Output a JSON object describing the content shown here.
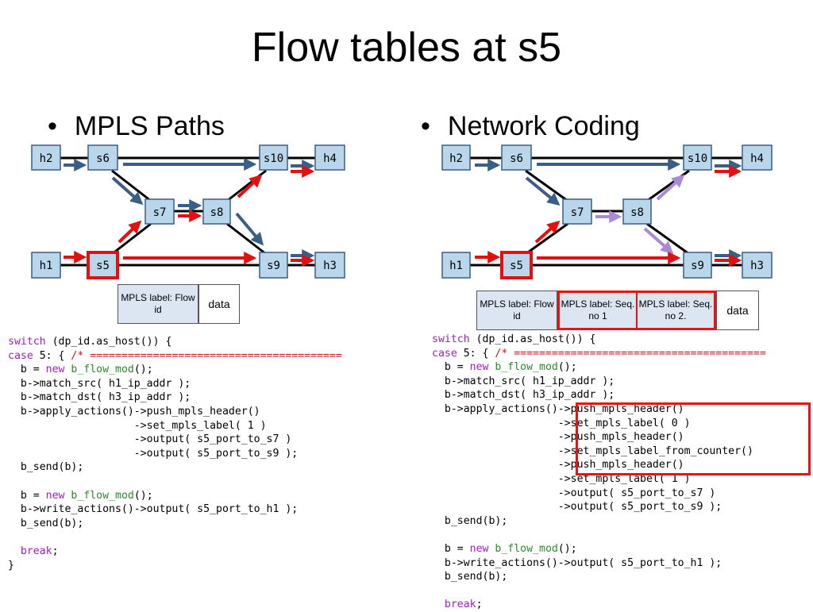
{
  "title": "Flow tables at s5",
  "left": {
    "bullet": "MPLS Paths",
    "nodes": {
      "h2": "h2",
      "s6": "s6",
      "s10": "s10",
      "h4": "h4",
      "s7": "s7",
      "s8": "s8",
      "h1": "h1",
      "s5": "s5",
      "s9": "s9",
      "h3": "h3"
    },
    "packet": [
      "MPLS label: Flow id",
      "data"
    ],
    "code": [
      "switch (dp_id.as_host()) {",
      "case 5: { /* ========================================",
      "  b = new b_flow_mod();",
      "  b->match_src( h1_ip_addr );",
      "  b->match_dst( h3_ip_addr );",
      "  b->apply_actions()->push_mpls_header()",
      "                    ->set_mpls_label( 1 )",
      "                    ->output( s5_port_to_s7 )",
      "                    ->output( s5_port_to_s9 );",
      "  b_send(b);",
      "",
      "  b = new b_flow_mod();",
      "  b->write_actions()->output( s5_port_to_h1 );",
      "  b_send(b);",
      "",
      "  break;",
      "}"
    ]
  },
  "right": {
    "bullet": "Network Coding",
    "nodes": {
      "h2": "h2",
      "s6": "s6",
      "s10": "s10",
      "h4": "h4",
      "s7": "s7",
      "s8": "s8",
      "h1": "h1",
      "s5": "s5",
      "s9": "s9",
      "h3": "h3"
    },
    "packet": [
      "MPLS label: Flow id",
      "MPLS label: Seq. no 1",
      "MPLS label: Seq. no 2.",
      "data"
    ],
    "code": [
      "switch (dp_id.as_host()) {",
      "case 5: { /* ========================================",
      "  b = new b_flow_mod();",
      "  b->match_src( h1_ip_addr );",
      "  b->match_dst( h3_ip_addr );",
      "  b->apply_actions()->push_mpls_header()",
      "                    ->set_mpls_label( 0 )",
      "                    ->push_mpls_header()",
      "                    ->set_mpls_label_from_counter()",
      "                    ->push_mpls_header()",
      "                    ->set_mpls_label( 1 )",
      "                    ->output( s5_port_to_s7 )",
      "                    ->output( s5_port_to_s9 );",
      "  b_send(b);",
      "",
      "  b = new b_flow_mod();",
      "  b->write_actions()->output( s5_port_to_h1 );",
      "  b_send(b);",
      "",
      "  break;"
    ]
  },
  "colors": {
    "blue_arrow": "#3a5f87",
    "red_arrow": "#e31010",
    "purple_arrow": "#a88ad8",
    "node_fill": "#b9d6ea",
    "highlight": "#e11111"
  }
}
